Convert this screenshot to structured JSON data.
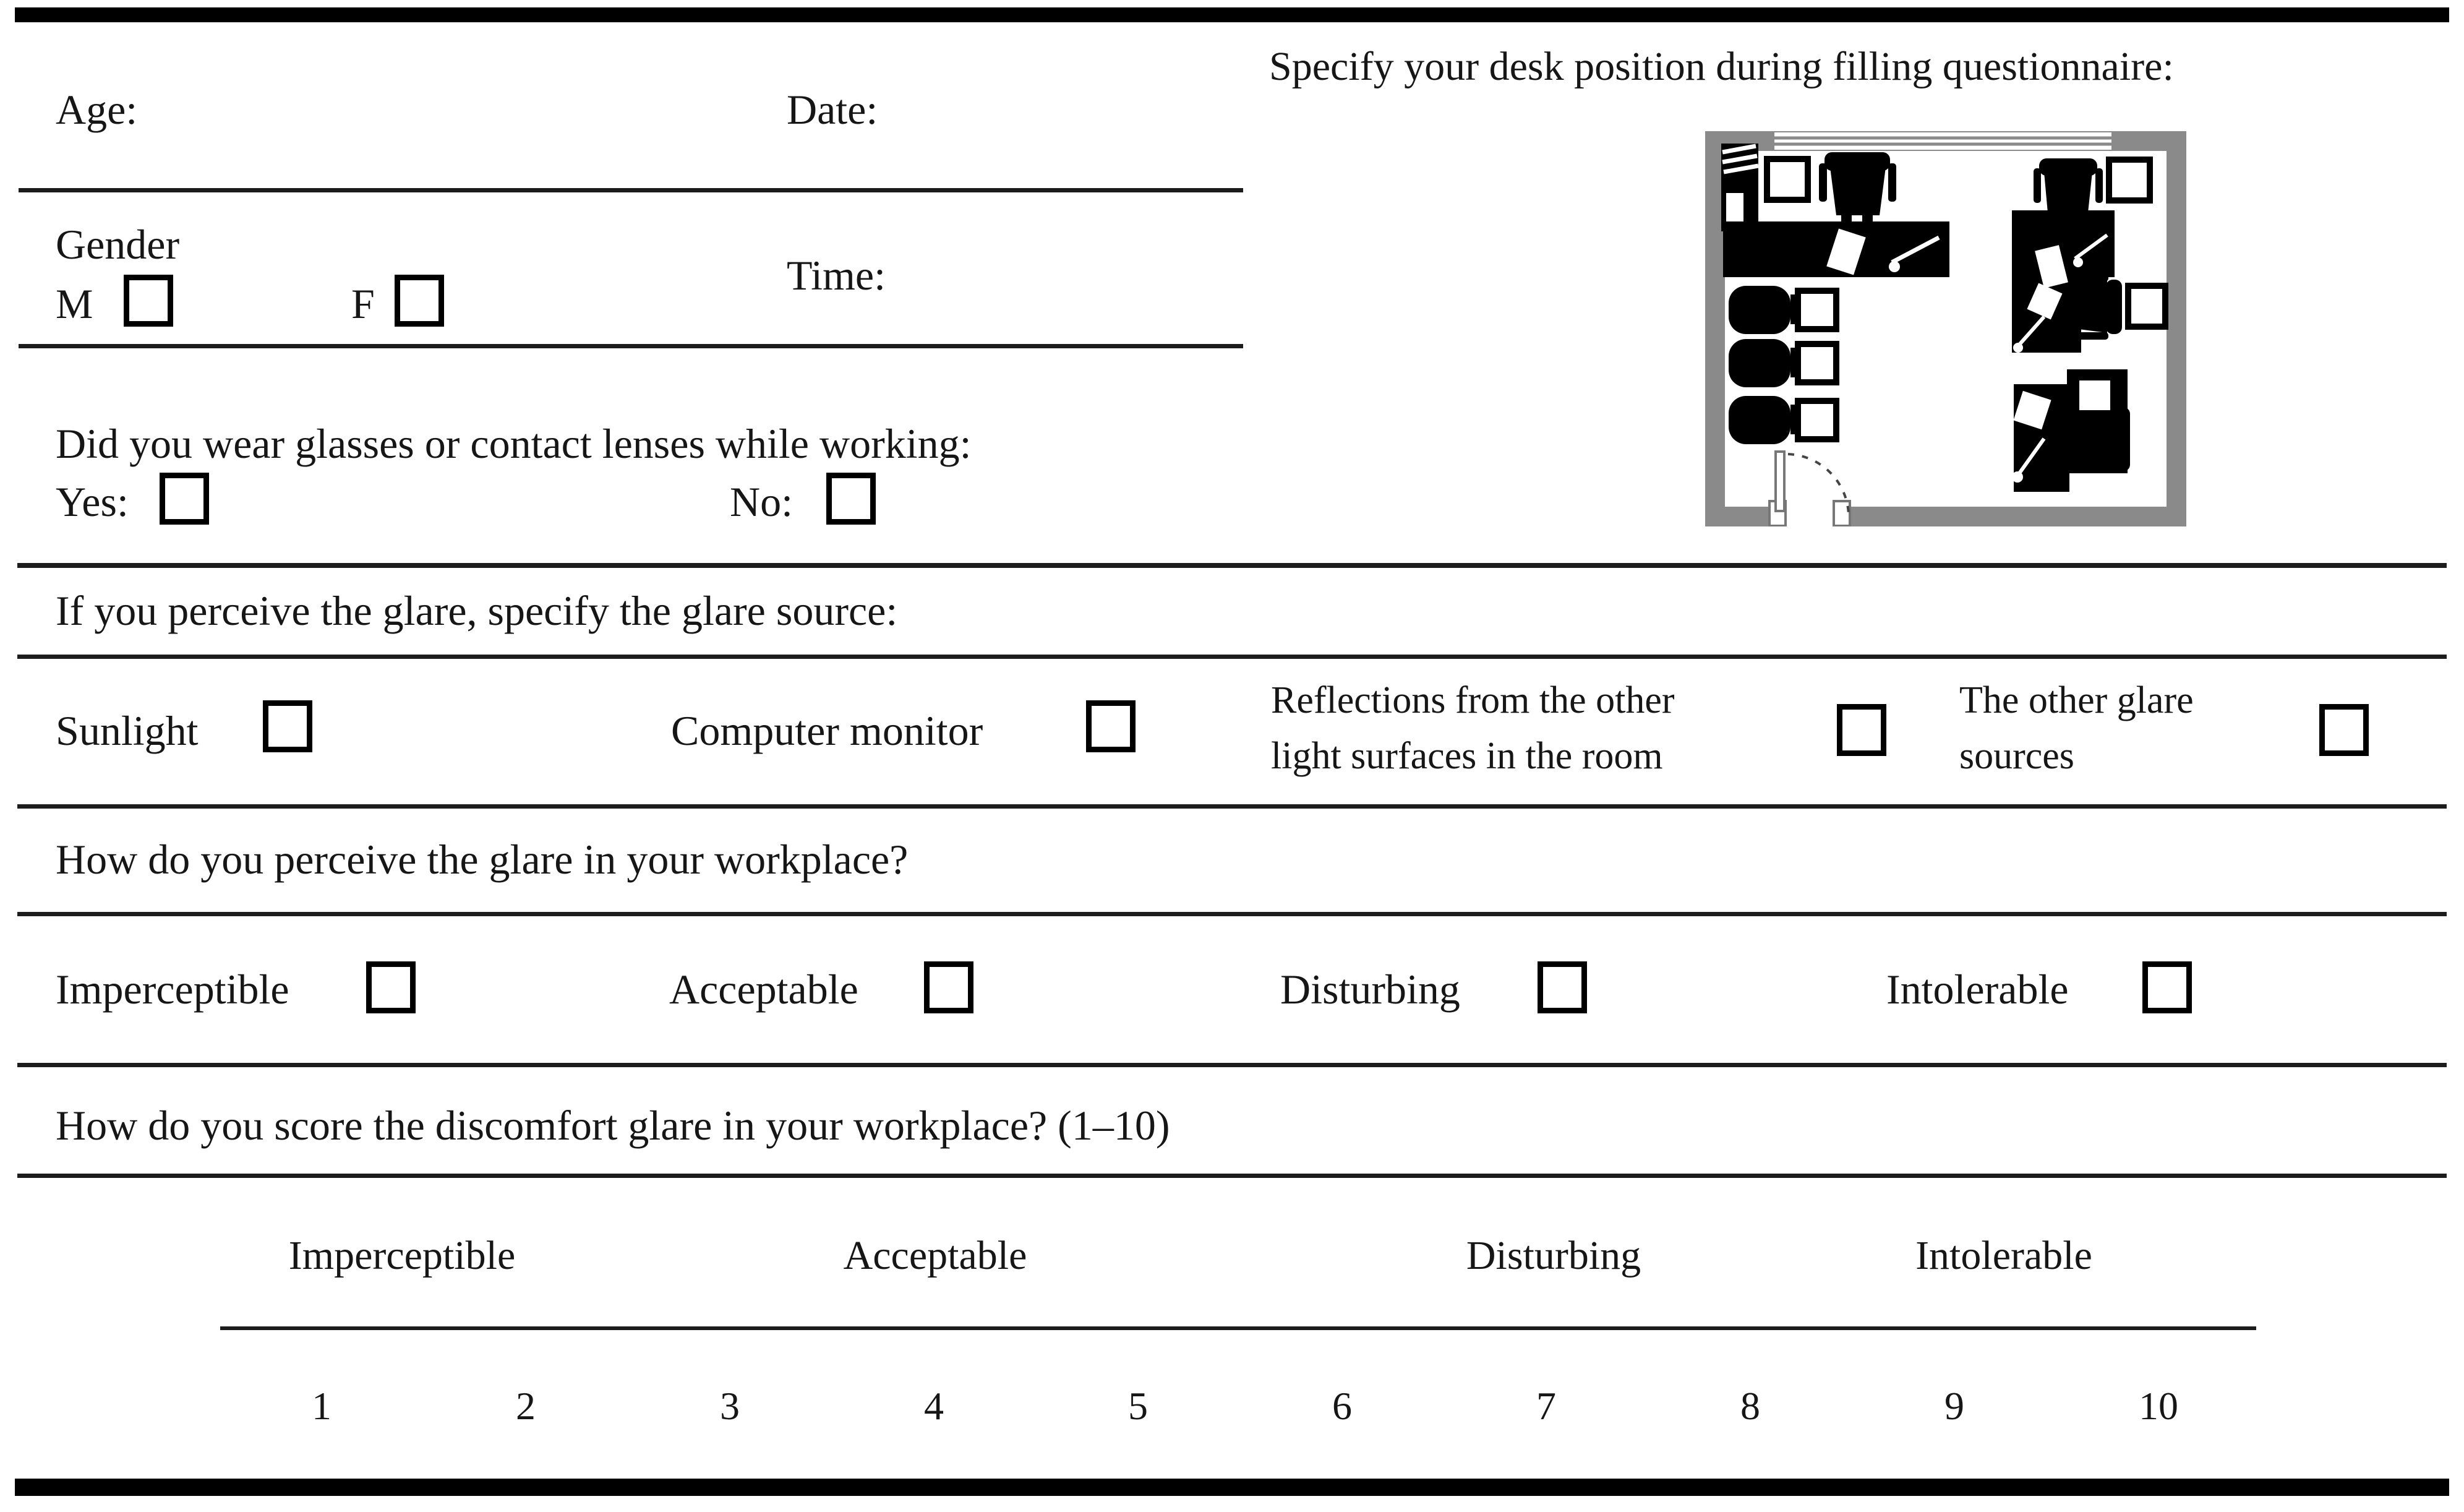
{
  "colors": {
    "text": "#161616",
    "line": "#1c1c1c",
    "border": "#000000",
    "wall_gray": "#8a8a8a"
  },
  "top_section": {
    "age_label": "Age:",
    "date_label": "Date:",
    "gender_label": "Gender",
    "male_label": "M",
    "female_label": "F",
    "time_label": "Time:",
    "glasses_question": "Did you wear glasses or contact lenses while working:",
    "yes_label": "Yes:",
    "no_label": "No:"
  },
  "desk_position": {
    "question": "Specify your desk position during filling questionnaire:"
  },
  "glare_source": {
    "question": "If you perceive the glare, specify the glare source:",
    "options": [
      {
        "label": "Sunlight"
      },
      {
        "label": "Computer monitor"
      },
      {
        "label_line1": "Reflections from the other",
        "label_line2": "light surfaces in the room"
      },
      {
        "label_line1": "The other glare",
        "label_line2": "sources"
      }
    ]
  },
  "glare_perception": {
    "question": "How do you perceive the glare in your workplace?",
    "options": [
      {
        "label": "Imperceptible"
      },
      {
        "label": "Acceptable"
      },
      {
        "label": "Disturbing"
      },
      {
        "label": "Intolerable"
      }
    ]
  },
  "glare_score": {
    "question": "How do you score the discomfort glare in your workplace? (1–10)",
    "scale_labels": [
      "Imperceptible",
      "Acceptable",
      "Disturbing",
      "Intolerable"
    ],
    "scale_numbers": [
      "1",
      "2",
      "3",
      "4",
      "5",
      "6",
      "7",
      "8",
      "9",
      "10"
    ]
  }
}
